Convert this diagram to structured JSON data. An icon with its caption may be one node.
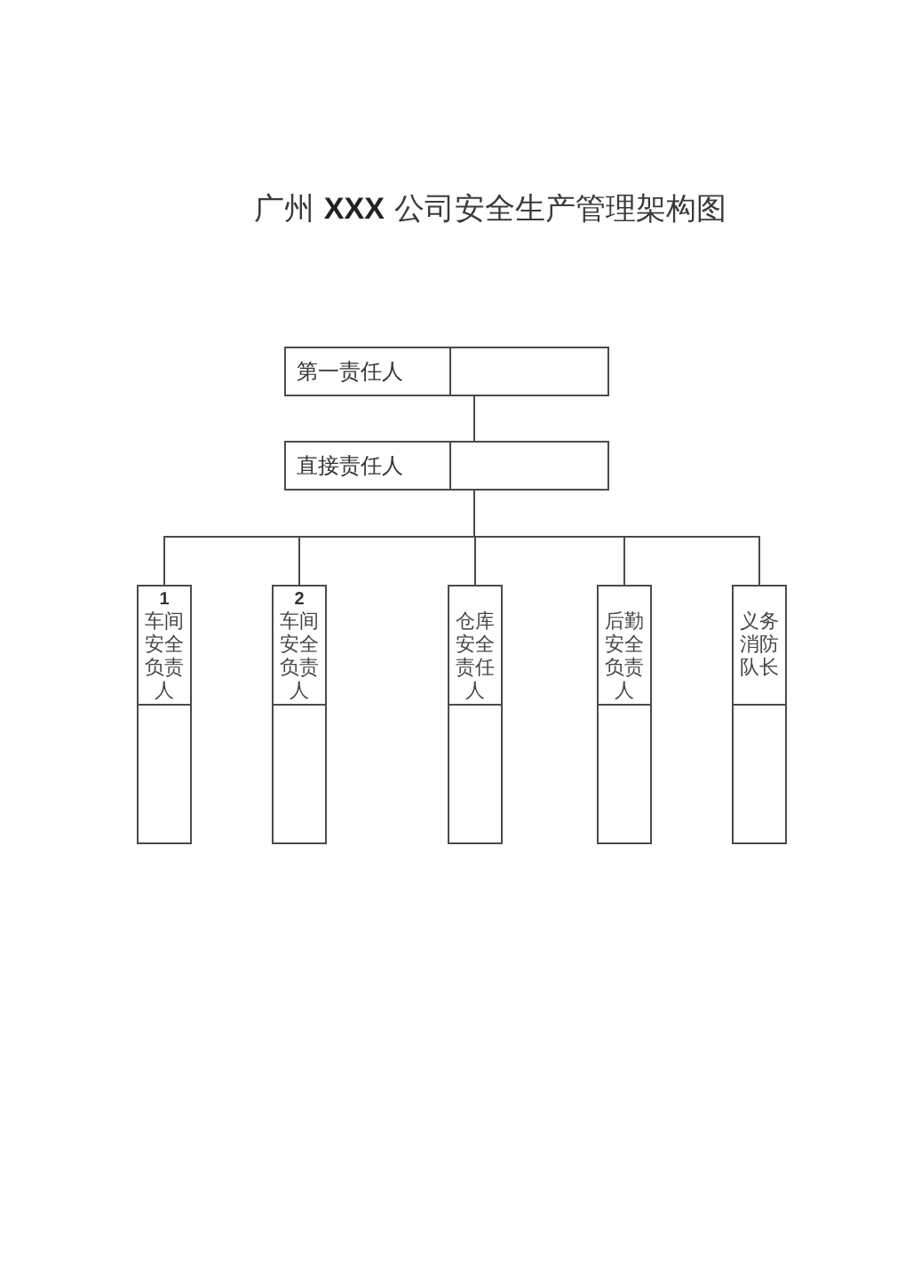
{
  "diagram": {
    "title": "广州 **XXX** 公司安全生产管理架构图",
    "nodes": [
      {
        "text": [
          "第一责任人"
        ]
      },
      {
        "text": [
          "直接责任人"
        ]
      },
      {
        "text": [
          "1",
          "车间安全负责人"
        ]
      },
      {
        "text": [
          "2",
          "车间安全负责人"
        ]
      },
      {
        "text": [
          "仓库安全责任人"
        ]
      },
      {
        "text": [
          "后勤安全负责人"
        ]
      },
      {
        "text": [
          "义务消防队长"
        ]
      }
    ],
    "edges": [
      {
        "from": 0,
        "to": 1,
        "arrow": "none"
      },
      {
        "from": 1,
        "to": 2,
        "arrow": "none"
      },
      {
        "from": 1,
        "to": 3,
        "arrow": "none"
      },
      {
        "from": 1,
        "to": 4,
        "arrow": "none"
      },
      {
        "from": 1,
        "to": 5,
        "arrow": "none"
      },
      {
        "from": 1,
        "to": 6,
        "arrow": "none"
      }
    ]
  }
}
